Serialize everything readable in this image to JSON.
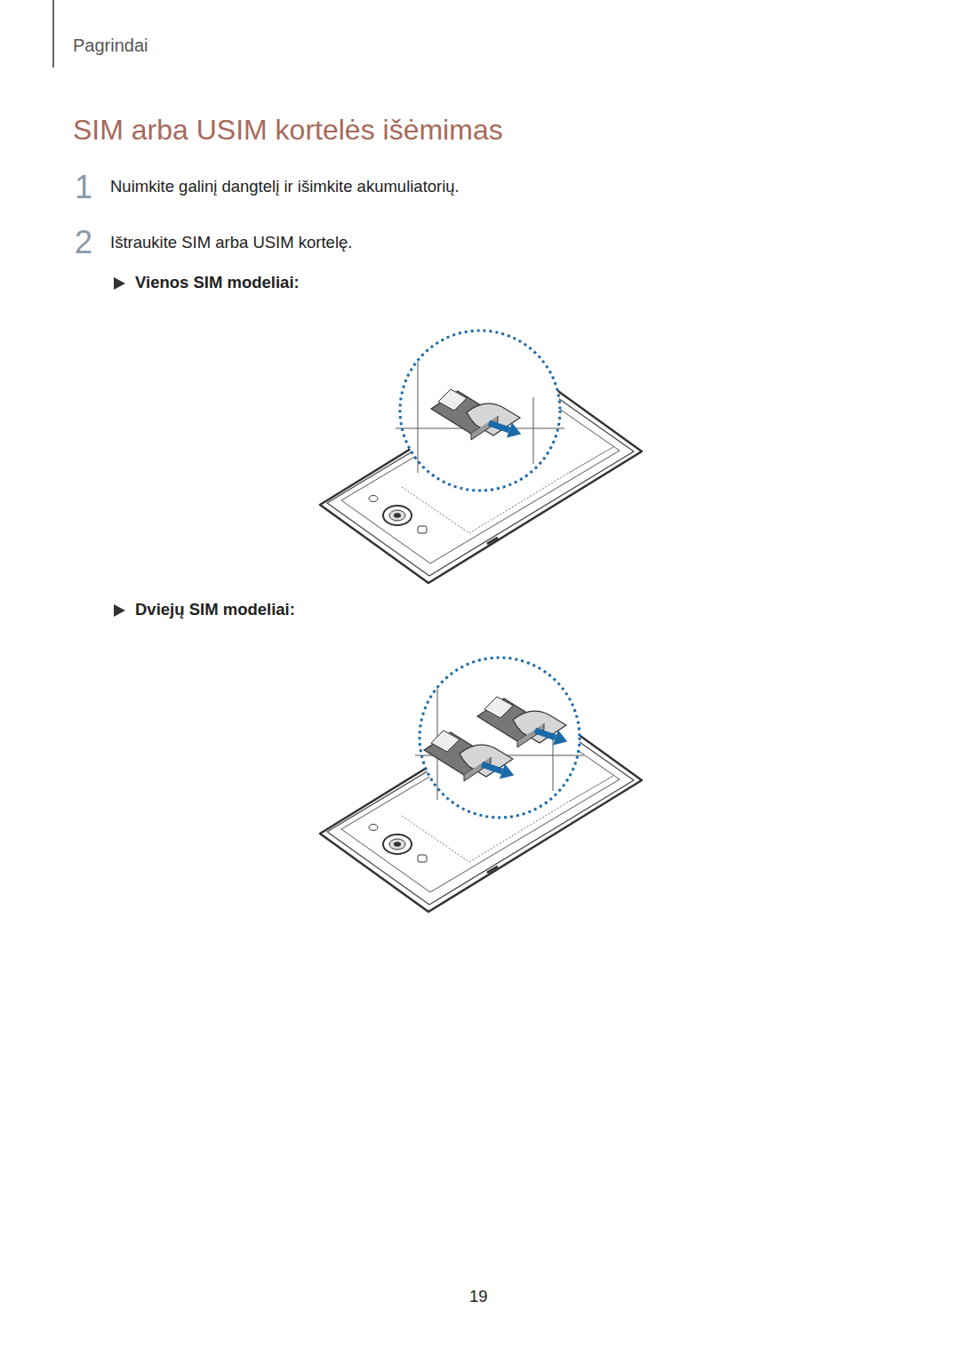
{
  "diagram": {
    "title": "SIM arba USIM kortelės išėmimas",
    "labels": [
      "Pagrindai",
      "1",
      "Nuimkite galinį dangtelį ir išimkite akumuliatorių.",
      "2",
      "Ištraukite SIM arba USIM kortelę.",
      "Vienos SIM modeliai:",
      "Dviejų SIM modeliai:",
      "19"
    ]
  }
}
